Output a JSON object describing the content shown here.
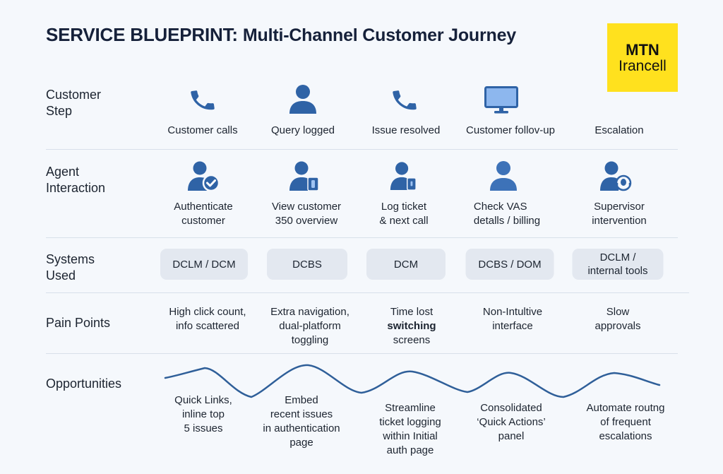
{
  "header": {
    "title_bold": "SERVICE BLUEPRINT:",
    "title_rest": "Multi-Channel Customer Journey",
    "logo_line1": "MTN",
    "logo_line2": "Irancell",
    "logo_color": "#ffe11e"
  },
  "colors": {
    "icon_blue": "#2f63a6",
    "wave_blue": "#2f5f99",
    "system_box": "#e3e8f0"
  },
  "rows": {
    "customer_step": {
      "label_line1": "Customer",
      "label_line2": "Step",
      "items": [
        {
          "icon": "phone-icon",
          "text": "Customer calls"
        },
        {
          "icon": "user-icon",
          "text": "Query logged"
        },
        {
          "icon": "phone-icon",
          "text": "Issue resolved"
        },
        {
          "icon": "monitor-icon",
          "text": "Customer follov-up"
        },
        {
          "icon": "",
          "text": "Escalation"
        }
      ]
    },
    "agent_interaction": {
      "label_line1": "Agent",
      "label_line2": "Interaction",
      "items": [
        {
          "icon": "user-check-icon",
          "line1": "Authenticate",
          "line2": "customer"
        },
        {
          "icon": "user-device-icon",
          "line1": "View customer",
          "line2": "350 overview"
        },
        {
          "icon": "user-device-icon",
          "line1": "Log ticket",
          "line2": "& next call"
        },
        {
          "icon": "user-icon",
          "line1": "Check VAS",
          "line2": "detalls / billing"
        },
        {
          "icon": "user-headset-icon",
          "line1": "Supervisor",
          "line2": "intervention"
        }
      ]
    },
    "systems_used": {
      "label_line1": "Systems",
      "label_line2": "Used",
      "items": [
        {
          "line1": "DCLM / DCM",
          "line2": ""
        },
        {
          "line1": "DCBS",
          "line2": ""
        },
        {
          "line1": "DCM",
          "line2": ""
        },
        {
          "line1": "DCBS / DOM",
          "line2": ""
        },
        {
          "line1": "DCLM /",
          "line2": "internal tools"
        }
      ]
    },
    "pain_points": {
      "label": "Pain Points",
      "items": [
        {
          "line1": "High click count,",
          "line2": "info scattered",
          "line3": ""
        },
        {
          "line1": "Extra navigation,",
          "line2": "dual-platform",
          "line3": "toggling"
        },
        {
          "line1": "Time lost",
          "line2": "switching",
          "line3": "screens"
        },
        {
          "line1": "Non-Intultive",
          "line2": "interface",
          "line3": ""
        },
        {
          "line1": "Slow",
          "line2": "approvals",
          "line3": ""
        }
      ]
    },
    "opportunities": {
      "label": "Opportunities",
      "items": [
        {
          "lines": [
            "Quick Links,",
            "inline top",
            "5 issues"
          ]
        },
        {
          "lines": [
            "Embed",
            "recent issues",
            "in authentication",
            "page"
          ]
        },
        {
          "lines": [
            "Streamline",
            "ticket logging",
            "within Initial",
            "auth page"
          ]
        },
        {
          "lines": [
            "Consolidated",
            "‘Quick Actions’",
            "panel"
          ]
        },
        {
          "lines": [
            "Automate routng",
            "of frequent",
            "escalations"
          ]
        }
      ]
    }
  }
}
